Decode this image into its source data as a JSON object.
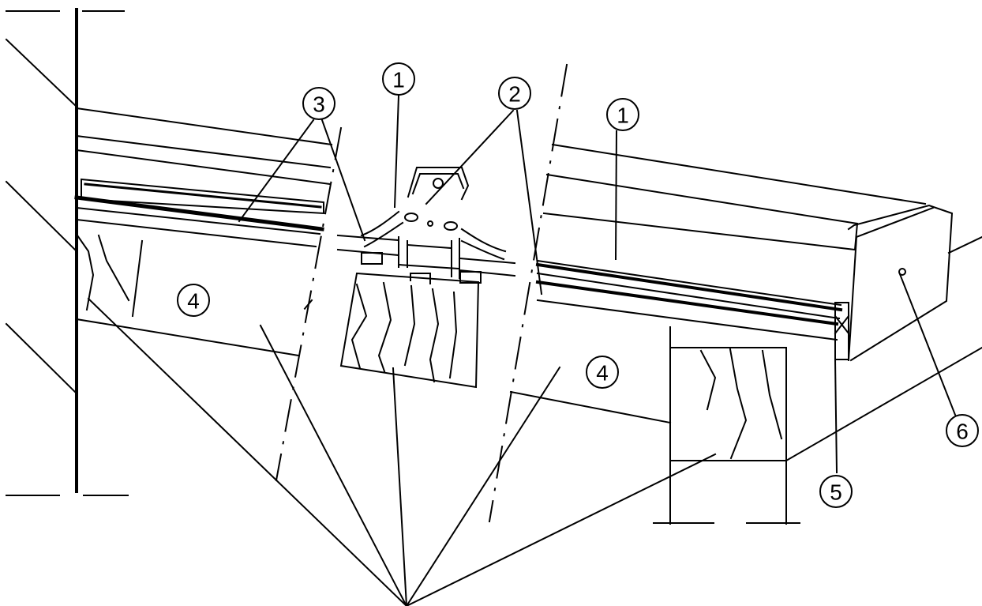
{
  "drawing": {
    "line_color": "#000000",
    "background": "#ffffff"
  },
  "callouts": [
    {
      "id": "c1a",
      "text": "1"
    },
    {
      "id": "c1b",
      "text": "1"
    },
    {
      "id": "c2",
      "text": "2"
    },
    {
      "id": "c3",
      "text": "3"
    },
    {
      "id": "c4a",
      "text": "4"
    },
    {
      "id": "c4b",
      "text": "4"
    },
    {
      "id": "c5",
      "text": "5"
    },
    {
      "id": "c6",
      "text": "6"
    }
  ]
}
